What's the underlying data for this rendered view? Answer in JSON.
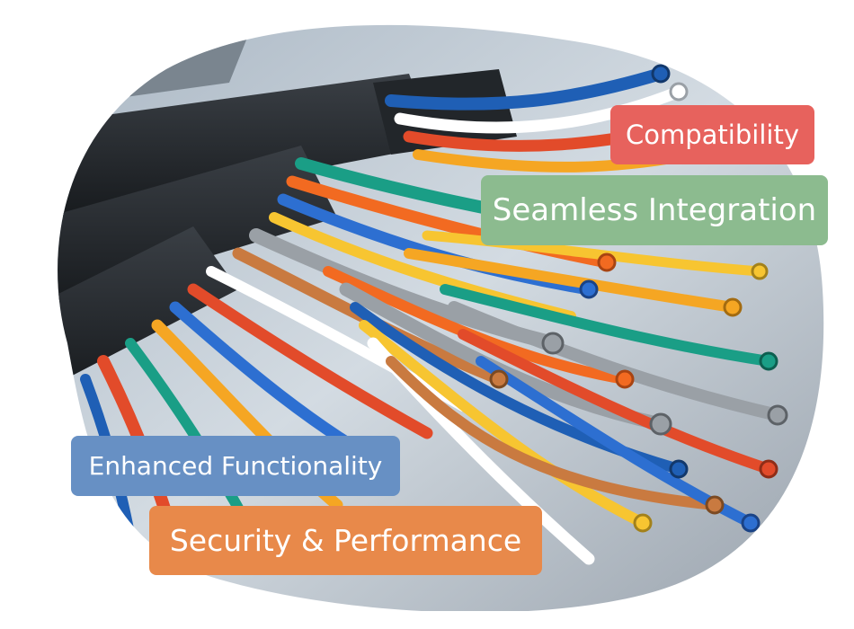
{
  "tags": {
    "compatibility": "Compatibility",
    "seamless_integration": "Seamless Integration",
    "enhanced_functionality": "Enhanced Functionality",
    "security_performance": "Security & Performance"
  },
  "colors": {
    "compatibility": "#e7625d",
    "seamless_integration": "#8cbb8f",
    "enhanced_functionality": "#6790c4",
    "security_performance": "#e8894a",
    "background": "#ffffff",
    "cable_jacket": "#1f2226",
    "photo_backdrop": "#c9d3dc"
  },
  "image": {
    "subject": "bundle of multicolored electrical cables",
    "shape": "organic blob"
  }
}
